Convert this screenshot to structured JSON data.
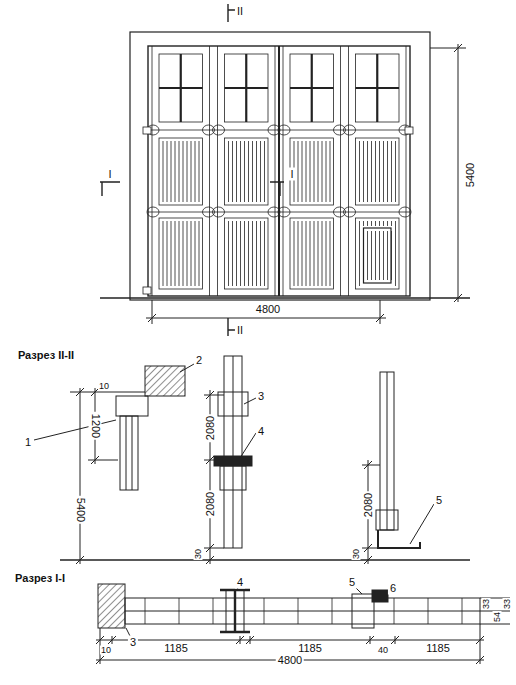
{
  "diagram": {
    "labels": [
      "II",
      "5400",
      "I",
      "I",
      "II",
      "4800",
      "Разрез II-II",
      "1",
      "2",
      "10",
      "1200",
      "5400",
      "2080",
      "3",
      "4",
      "2080",
      "30",
      "2080",
      "5",
      "30",
      "Разрез I-I",
      "3",
      "4",
      "5",
      "6",
      "10",
      "1185",
      "1185",
      "40",
      "1185",
      "4800",
      "33",
      "54",
      "33"
    ]
  }
}
